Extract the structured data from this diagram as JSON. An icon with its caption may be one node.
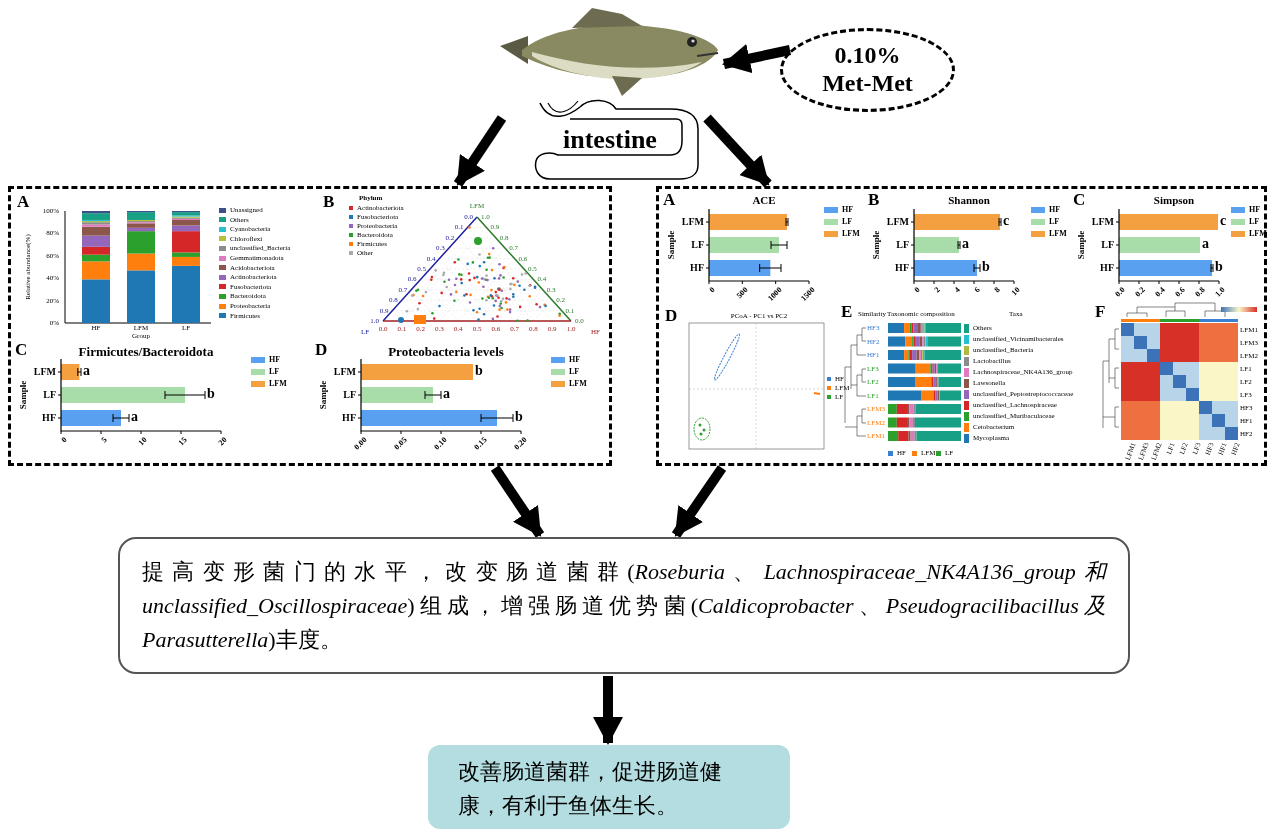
{
  "diagram": {
    "nodes": [
      {
        "text": [],
        "shape": "picture"
      },
      {
        "text": [
          "0.10% Met-Met"
        ]
      },
      {
        "text": [
          "intestine"
        ]
      },
      {
        "text": [],
        "shape": "box"
      },
      {
        "text": [],
        "shape": "box"
      },
      {
        "text": [
          "提高变形菌门的水平，改变肠道菌群(*Roseburia*、*Lachnospiraceae_NK4A136_group和unclassified_Oscillospiraceae*)组成，增强肠道优势菌(*Caldicoprobacter*、*Pseudogracilibacillus及Parasutterella*)丰度。"
        ]
      },
      {
        "text": [
          "改善肠道菌群，促进肠道健康，有利于鱼体生长。"
        ]
      }
    ],
    "edges": [
      {
        "from": 1,
        "to": 0,
        "arrow": "to"
      },
      {
        "from": 2,
        "to": 3,
        "arrow": "to"
      },
      {
        "from": 2,
        "to": 4,
        "arrow": "to"
      },
      {
        "from": 3,
        "to": 5,
        "arrow": "to"
      },
      {
        "from": 4,
        "to": 5,
        "arrow": "to"
      },
      {
        "from": 5,
        "to": 6,
        "arrow": "to"
      }
    ],
    "labels": [
      "A",
      "100%",
      "80%",
      "60%",
      "40%",
      "20%",
      "0%",
      "Relative abundance(%)",
      "HF",
      "LFM",
      "LF",
      "Group",
      "B",
      "Phylum",
      "LFM",
      "0.0",
      "0.1",
      "0.2",
      "0.3",
      "0.4",
      "0.5",
      "0.6",
      "0.7",
      "0.8",
      "0.9",
      "1.0",
      "1.0",
      "0.9",
      "0.8",
      "0.7",
      "0.6",
      "0.5",
      "0.4",
      "0.3",
      "0.2",
      "0.1",
      "0.0",
      "0.0",
      "0.1",
      "0.2",
      "0.3",
      "0.4",
      "0.5",
      "0.6",
      "0.7",
      "0.8",
      "0.9",
      "1.0",
      "LF",
      "HF",
      "C",
      "Firmicutes/Bacteroidota",
      "Sample",
      "LFM",
      "LF",
      "HF",
      "a",
      "b",
      "a",
      "0",
      "5",
      "10",
      "15",
      "20",
      "D",
      "Proteobacteria levels",
      "Sample",
      "LFM",
      "LF",
      "HF",
      "b",
      "a",
      "b",
      "0.00",
      "0.05",
      "0.10",
      "0.15",
      "0.20",
      "A",
      "ACE",
      "Sample",
      "LFM",
      "LF",
      "HF",
      "0",
      "500",
      "1000",
      "1500",
      "B",
      "Shannon",
      "Sample",
      "LFM",
      "LF",
      "HF",
      "c",
      "a",
      "b",
      "0",
      "2",
      "4",
      "6",
      "8",
      "10",
      "C",
      "Simpson",
      "Sample",
      "LFM",
      "LF",
      "HF",
      "c",
      "a",
      "b",
      "0.0",
      "0.2",
      "0.4",
      "0.6",
      "0.8",
      "1.0",
      "D",
      "PCoA - PC1 vs PC2",
      "E",
      "Similarity",
      "Taxonomic composition",
      "Taxa",
      "HF3",
      "HF2",
      "HF1",
      "LF3",
      "LF2",
      "LF1",
      "LFM3",
      "LFM2",
      "LFM1",
      "F",
      "LFM1",
      "LFM3",
      "LFM2",
      "LF1",
      "LF2",
      "LF3",
      "HF3",
      "HF1",
      "HF2",
      "LFM1",
      "LFM3",
      "LFM2",
      "LF1",
      "LF2",
      "LF3",
      "HF3",
      "HF1",
      "HF2"
    ],
    "legend": [
      {
        "text": "Unassigned",
        "color": "#3b4f8a"
      },
      {
        "text": "Others",
        "color": "#17a085"
      },
      {
        "text": "Cyanobacteria",
        "color": "#28c0d0"
      },
      {
        "text": "Chloroflexi",
        "color": "#b8c03a"
      },
      {
        "text": "unclassified_Bacteria",
        "color": "#8c8c8c"
      },
      {
        "text": "Gemmatimonadota",
        "color": "#e07ac0"
      },
      {
        "text": "Acidobacteriota",
        "color": "#8c564b"
      },
      {
        "text": "Actinobacteriota",
        "color": "#9467bd"
      },
      {
        "text": "Fusobacteriota",
        "color": "#d62728"
      },
      {
        "text": "Bacteroidota",
        "color": "#2ca02c"
      },
      {
        "text": "Proteobacteria",
        "color": "#ff7f0e"
      },
      {
        "text": "Firmicutes",
        "color": "#1f77b4"
      },
      {
        "text": "Actinobacteriota",
        "color": "#d62728"
      },
      {
        "text": "Fusobacteriota",
        "color": "#1f77b4"
      },
      {
        "text": "Proteobacteria",
        "color": "#9467bd"
      },
      {
        "text": "Bacteroidota",
        "color": "#2ca02c"
      },
      {
        "text": "Firmicutes",
        "color": "#ff7f0e"
      },
      {
        "text": "Other",
        "color": "#aaaaaa"
      },
      {
        "text": "HF",
        "color": "#5aa0f0"
      },
      {
        "text": "LF",
        "color": "#a8dca8"
      },
      {
        "text": "LFM",
        "color": "#f5a040"
      },
      {
        "text": "HF",
        "color": "#5aa0f0"
      },
      {
        "text": "LF",
        "color": "#a8dca8"
      },
      {
        "text": "LFM",
        "color": "#f5a040"
      },
      {
        "text": "HF",
        "color": "#5aa0f0"
      },
      {
        "text": "LF",
        "color": "#a8dca8"
      },
      {
        "text": "LFM",
        "color": "#f5a040"
      },
      {
        "text": "HF",
        "color": "#5aa0f0"
      },
      {
        "text": "LF",
        "color": "#a8dca8"
      },
      {
        "text": "LFM",
        "color": "#f5a040"
      },
      {
        "text": "HF",
        "color": "#5aa0f0"
      },
      {
        "text": "LF",
        "color": "#a8dca8"
      },
      {
        "text": "LFM",
        "color": "#f5a040"
      },
      {
        "text": "HF",
        "color": "#3b7fd0"
      },
      {
        "text": "LFM",
        "color": "#ff7f0e"
      },
      {
        "text": "LF",
        "color": "#2ca02c"
      },
      {
        "text": "Others",
        "color": "#17a085"
      },
      {
        "text": "unclassified_Vicinamibacterales",
        "color": "#28c0d0"
      },
      {
        "text": "unclassified_Bacteria",
        "color": "#b0b840"
      },
      {
        "text": "Lactobacillus",
        "color": "#8c8c8c"
      },
      {
        "text": "Lachnospiraceae_NK4A136_group",
        "color": "#e07ac0"
      },
      {
        "text": "Lawsonella",
        "color": "#8c564b"
      },
      {
        "text": "unclassified_Peptostreptococcaceae",
        "color": "#9467bd"
      },
      {
        "text": "unclassified_Lachnospiraceae",
        "color": "#d62728"
      },
      {
        "text": "unclassified_Muribaculaceae",
        "color": "#2ca02c"
      },
      {
        "text": "Cetobacterium",
        "color": "#ff7f0e"
      },
      {
        "text": "Mycoplasma",
        "color": "#1f77b4"
      },
      {
        "text": "HF",
        "color": "#3b7fd0"
      },
      {
        "text": "LFM",
        "color": "#ff7f0e"
      },
      {
        "text": "LF",
        "color": "#2ca02c"
      }
    ]
  }
}
